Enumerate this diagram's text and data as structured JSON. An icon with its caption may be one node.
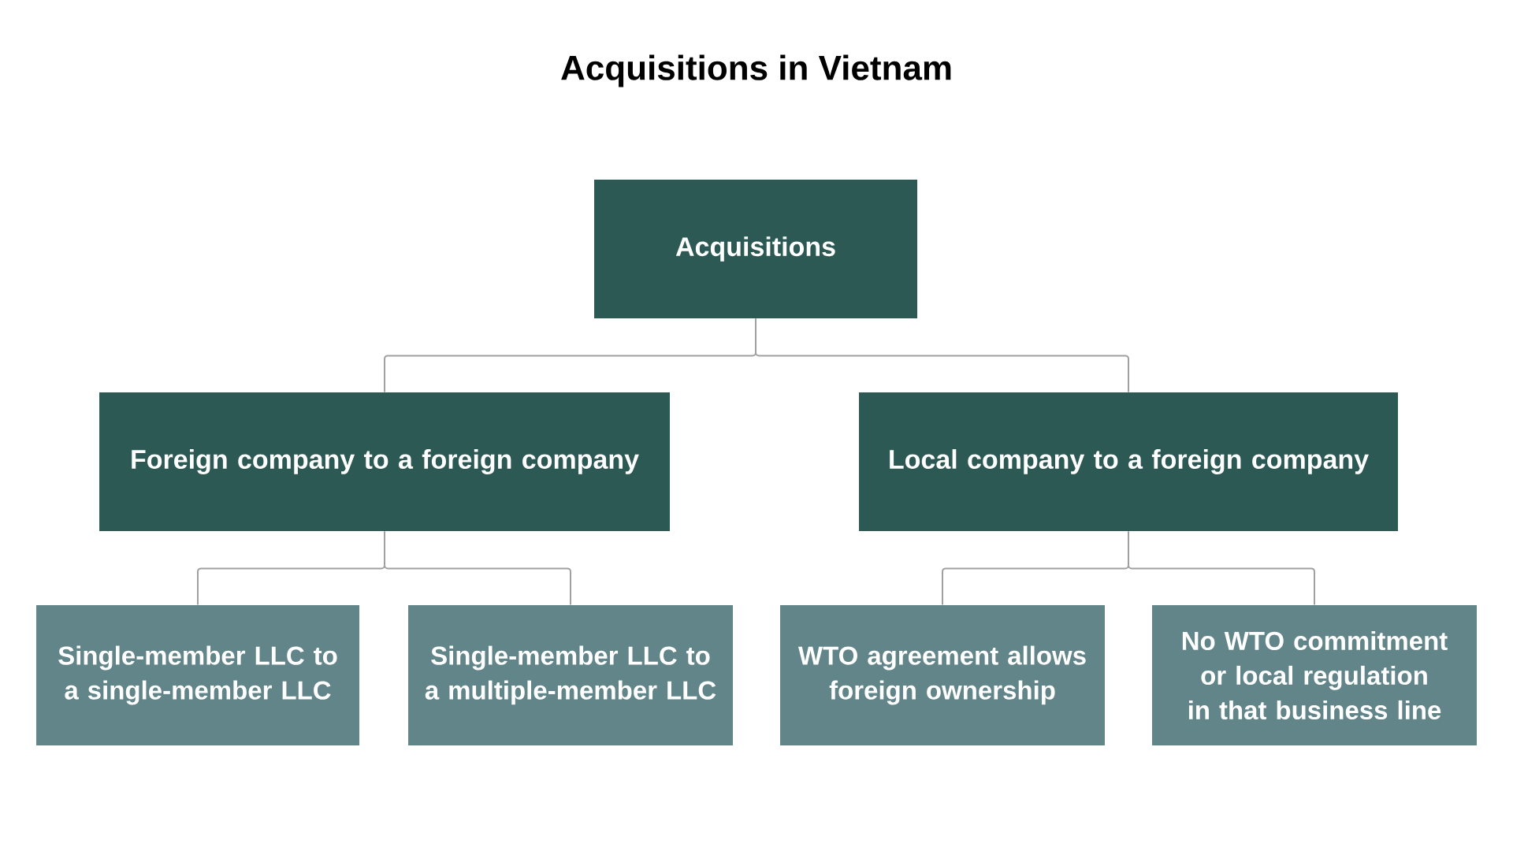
{
  "diagram": {
    "title": "Acquisitions in Vietnam",
    "nodes": [
      {
        "text": [
          "Acquisitions"
        ]
      },
      {
        "text": [
          "Foreign company to a foreign company"
        ]
      },
      {
        "text": [
          "Local company to a foreign company"
        ]
      },
      {
        "text": [
          "Single-member LLC to a single-member LLC"
        ]
      },
      {
        "text": [
          "Single-member LLC to a multiple-member LLC"
        ]
      },
      {
        "text": [
          "WTO agreement allows foreign ownership"
        ]
      },
      {
        "text": [
          "No WTO commitment or local regulation in that business line"
        ]
      }
    ],
    "edges": [
      {
        "from": 0,
        "to": 1,
        "arrow": "none"
      },
      {
        "from": 0,
        "to": 2,
        "arrow": "none"
      },
      {
        "from": 1,
        "to": 3,
        "arrow": "none"
      },
      {
        "from": 1,
        "to": 4,
        "arrow": "none"
      },
      {
        "from": 2,
        "to": 5,
        "arrow": "none"
      },
      {
        "from": 2,
        "to": 6,
        "arrow": "none"
      }
    ]
  }
}
